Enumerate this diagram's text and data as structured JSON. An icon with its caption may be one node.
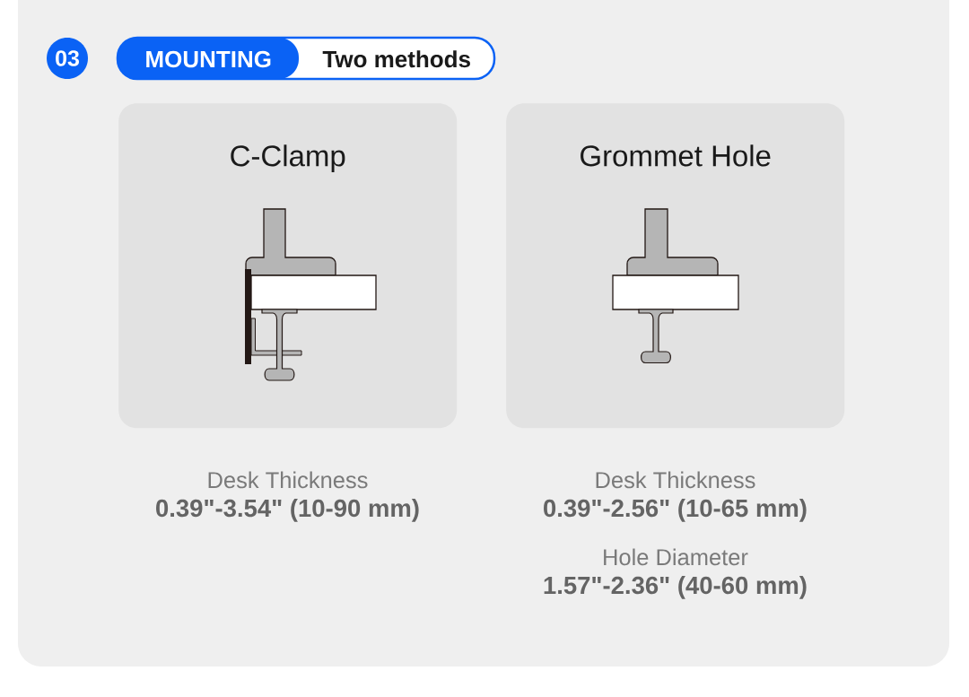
{
  "diagram": {
    "nodes": [
      {
        "text": [
          "03"
        ]
      },
      {
        "text": [
          "MOUNTING",
          "Two methods"
        ]
      },
      {
        "text": [
          "C-Clamp"
        ],
        "beside": [
          "Desk Thickness",
          "0.39\"-3.54\" (10-90 mm)"
        ]
      },
      {
        "text": [
          "Grommet Hole"
        ],
        "beside": [
          "Desk Thickness",
          "0.39\"-2.56\" (10-65 mm)",
          "Hole Diameter",
          "1.57\"-2.36\" (40-60 mm)"
        ]
      }
    ]
  }
}
